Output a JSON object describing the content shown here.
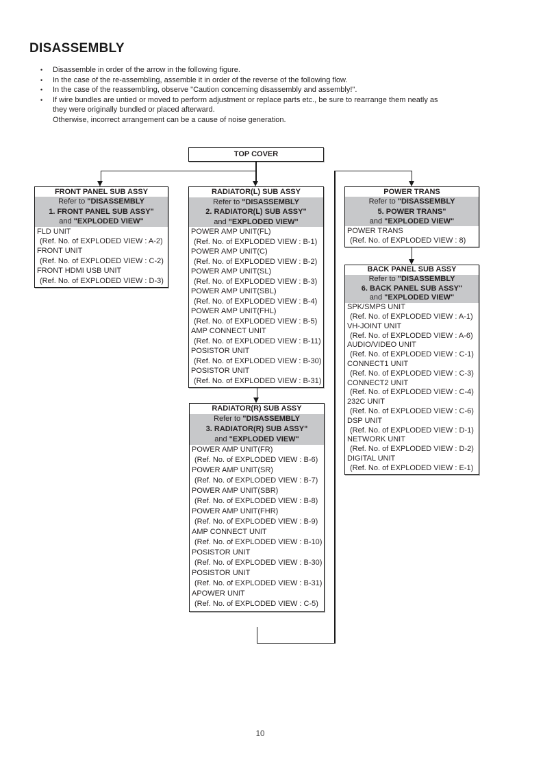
{
  "page": {
    "title": "DISASSEMBLY",
    "page_number": "10"
  },
  "notes": [
    {
      "lines": [
        "Disassemble in order of the arrow in the following figure."
      ]
    },
    {
      "lines": [
        "In the case of the re-assembling, assemble it in order of the reverse of the following flow."
      ]
    },
    {
      "lines": [
        "In the case of the reassembling, observe \"Caution concerning disassembly and assembly!\"."
      ]
    },
    {
      "lines": [
        "If wire bundles are untied or moved to perform adjustment or replace parts etc., be sure to rearrange them neatly as",
        "they were originally bundled or placed afterward.",
        "Otherwise, incorrect arrangement can be a cause of noise generation."
      ]
    }
  ],
  "flow": {
    "top_cover": {
      "label": "TOP COVER"
    },
    "boxes": {
      "front_panel": {
        "title": "FRONT PANEL SUB ASSY",
        "refer": {
          "p1": "Refer to ",
          "b1": "\"DISASSEMBLY",
          "b2": "1. FRONT PANEL SUB ASSY\"",
          "p3": "and ",
          "b3": "\"EXPLODED VIEW\""
        },
        "items": [
          {
            "name": "FLD UNIT",
            "ref": "(Ref. No. of EXPLODED VIEW : A-2)"
          },
          {
            "name": "FRONT UNIT",
            "ref": "(Ref. No. of EXPLODED VIEW : C-2)"
          },
          {
            "name": "FRONT HDMI USB UNIT",
            "ref": "(Ref. No. of EXPLODED VIEW : D-3)"
          }
        ]
      },
      "radiator_l": {
        "title": "RADIATOR(L) SUB ASSY",
        "refer": {
          "p1": "Refer to ",
          "b1": "\"DISASSEMBLY",
          "b2": "2. RADIATOR(L) SUB ASSY\"",
          "p3": "and ",
          "b3": "\"EXPLODED VIEW\""
        },
        "items": [
          {
            "name": "POWER AMP UNIT(FL)",
            "ref": "(Ref. No. of EXPLODED VIEW : B-1)"
          },
          {
            "name": "POWER AMP UNIT(C)",
            "ref": "(Ref. No. of EXPLODED VIEW : B-2)"
          },
          {
            "name": "POWER AMP UNIT(SL)",
            "ref": "(Ref. No. of EXPLODED VIEW : B-3)"
          },
          {
            "name": "POWER AMP UNIT(SBL)",
            "ref": "(Ref. No. of EXPLODED VIEW : B-4)"
          },
          {
            "name": "POWER AMP UNIT(FHL)",
            "ref": "(Ref. No. of EXPLODED VIEW : B-5)"
          },
          {
            "name": "AMP CONNECT UNIT",
            "ref": "(Ref. No. of EXPLODED VIEW : B-11)"
          },
          {
            "name": "POSISTOR UNIT",
            "ref": "(Ref. No. of EXPLODED VIEW : B-30)"
          },
          {
            "name": "POSISTOR UNIT",
            "ref": "(Ref. No. of EXPLODED VIEW : B-31)"
          }
        ]
      },
      "power_trans": {
        "title": "POWER TRANS",
        "refer": {
          "p1": "Refer to ",
          "b1": "\"DISASSEMBLY",
          "b2": "5. POWER TRANS\"",
          "p3": "and ",
          "b3": "\"EXPLODED VIEW\""
        },
        "items": [
          {
            "name": "POWER TRANS",
            "ref": "(Ref. No. of EXPLODED VIEW : 8)"
          }
        ]
      },
      "radiator_r": {
        "title": "RADIATOR(R) SUB ASSY",
        "refer": {
          "p1": "Refer to ",
          "b1": "\"DISASSEMBLY",
          "b2": "3. RADIATOR(R) SUB ASSY\"",
          "p3": "and ",
          "b3": "\"EXPLODED VIEW\""
        },
        "items": [
          {
            "name": "POWER AMP UNIT(FR)",
            "ref": "(Ref. No. of EXPLODED VIEW : B-6)"
          },
          {
            "name": "POWER AMP UNIT(SR)",
            "ref": "(Ref. No. of EXPLODED VIEW : B-7)"
          },
          {
            "name": "POWER AMP UNIT(SBR)",
            "ref": "(Ref. No. of EXPLODED VIEW : B-8)"
          },
          {
            "name": "POWER AMP UNIT(FHR)",
            "ref": "(Ref. No. of EXPLODED VIEW : B-9)"
          },
          {
            "name": "AMP CONNECT UNIT",
            "ref": "(Ref. No. of EXPLODED VIEW : B-10)"
          },
          {
            "name": "POSISTOR UNIT",
            "ref": "(Ref. No. of EXPLODED VIEW : B-30)"
          },
          {
            "name": "POSISTOR UNIT",
            "ref": "(Ref. No. of EXPLODED VIEW : B-31)"
          },
          {
            "name": "APOWER UNIT",
            "ref": "(Ref. No. of EXPLODED VIEW : C-5)"
          }
        ]
      },
      "back_panel": {
        "title": "BACK PANEL SUB ASSY",
        "refer": {
          "p1": "Refer to ",
          "b1": "\"DISASSEMBLY",
          "b2": "6. BACK PANEL SUB ASSY\"",
          "p3": "and ",
          "b3": "\"EXPLODED VIEW\""
        },
        "items": [
          {
            "name": "SPK/SMPS UNIT",
            "ref": "(Ref. No. of EXPLODED VIEW : A-1)"
          },
          {
            "name": "VH-JOINT UNIT",
            "ref": "(Ref. No. of EXPLODED VIEW : A-6)"
          },
          {
            "name": "AUDIO/VIDEO UNIT",
            "ref": "(Ref. No. of EXPLODED VIEW : C-1)"
          },
          {
            "name": "CONNECT1 UNIT",
            "ref": "(Ref. No. of EXPLODED VIEW : C-3)"
          },
          {
            "name": "CONNECT2 UNIT",
            "ref": "(Ref. No. of EXPLODED VIEW : C-4)"
          },
          {
            "name": "232C UNIT",
            "ref": "(Ref. No. of EXPLODED VIEW : C-6)"
          },
          {
            "name": "DSP UNIT",
            "ref": "(Ref. No. of EXPLODED VIEW : D-1)"
          },
          {
            "name": "NETWORK UNIT",
            "ref": "(Ref. No. of EXPLODED VIEW : D-2)"
          },
          {
            "name": "DIGITAL UNIT",
            "ref": "(Ref. No. of EXPLODED VIEW : E-1)"
          }
        ]
      }
    }
  }
}
